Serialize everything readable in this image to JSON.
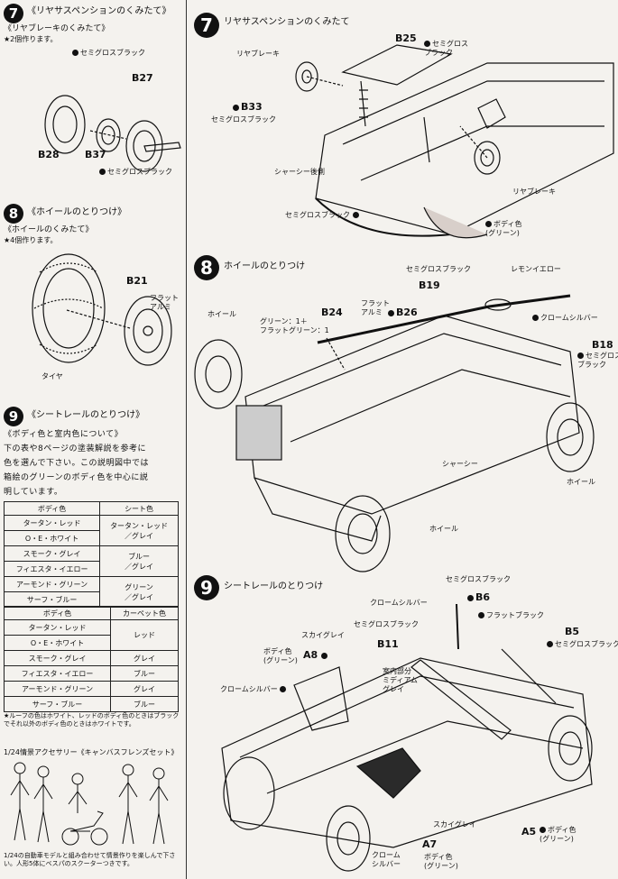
{
  "left": {
    "s7": {
      "num": "7",
      "title": "《リヤサスペンションのくみたて》",
      "sub": "《リヤブレーキのくみたて》",
      "qty": "★2個作ります。",
      "c1": "セミグロスブラック",
      "b27": "B27",
      "b28": "B28",
      "b37": "B37",
      "c2": "セミグロスブラック"
    },
    "s8": {
      "num": "8",
      "title": "《ホイールのとりつけ》",
      "sub": "《ホイールのくみたて》",
      "qty": "★4個作ります。",
      "b21": "B21",
      "c1": "フラット\nアルミ",
      "tire": "タイヤ"
    },
    "s9": {
      "num": "9",
      "title": "《シートレールのとりつけ》",
      "desc": [
        "《ボディ色と室内色について》",
        "下の表や8ページの塗装解説を参考に",
        "色を選んで下さい。この説明図中では",
        "箱絵のグリーンのボディ色を中心に説",
        "明しています。"
      ],
      "t1_head": [
        "ボディ色",
        "シート色"
      ],
      "t1_rows": [
        [
          "タータン・レッド",
          "タータン・レッド\n／グレイ"
        ],
        [
          "O・E・ホワイト",
          ""
        ],
        [
          "スモーク・グレイ",
          "ブルー\n／グレイ"
        ],
        [
          "フィエスタ・イエロー",
          ""
        ],
        [
          "アーモンド・グリーン",
          "グリーン\n／グレイ"
        ],
        [
          "サーフ・ブルー",
          ""
        ]
      ],
      "t2_head": [
        "ボディ色",
        "カーペット色"
      ],
      "t2_rows": [
        [
          "タータン・レッド",
          "レッド"
        ],
        [
          "O・E・ホワイト",
          ""
        ],
        [
          "スモーク・グレイ",
          "グレイ"
        ],
        [
          "フィエスタ・イエロー",
          "ブルー"
        ],
        [
          "アーモンド・グリーン",
          "グレイ"
        ],
        [
          "サーフ・ブルー",
          "ブルー"
        ]
      ],
      "note": "★ルーフの色はホワイト、レッドのボディ色のときはブラックでそれ以外のボディ色のときはホワイトです。"
    },
    "acc": {
      "title": "1/24情景アクセサリー《キャンバスフレンズセット》",
      "text": "1/24の自動車モデルと組み合わせて情景作りを楽しんで下さい。人形5体にベスパのスクーターつきです。"
    }
  },
  "right": {
    "s7": {
      "num": "7",
      "title": "リヤサスペンションのくみたて",
      "brake_l": "リヤブレーキ",
      "b25": "B25",
      "c_b25": "セミグロス\nブラック",
      "b33": "B33",
      "c_b33": "セミグロスブラック",
      "chassis_rear": "シャーシー後側",
      "c_sgb": "セミグロスブラック",
      "c_body": "ボディ色\n(グリーン)",
      "brake_r": "リヤブレーキ"
    },
    "s8": {
      "num": "8",
      "title": "ホイールのとりつけ",
      "c_sgb": "セミグロスブラック",
      "c_lemon": "レモンイエロー",
      "b19": "B19",
      "c_chrome": "クロームシルバー",
      "b24": "B24",
      "c_green": "グリーン：1＋\nフラットグリーン：1",
      "c_flat_al": "フラット\nアルミ",
      "b26": "B26",
      "wheel_l": "ホイール",
      "b18": "B18",
      "c_b18": "セミグロス\nブラック",
      "chassis": "シャーシー",
      "wheel_r": "ホイール",
      "wheel_b": "ホイール"
    },
    "s9": {
      "num": "9",
      "title": "シートレールのとりつけ",
      "c_sgb_top": "セミグロスブラック",
      "c_chrome": "クロームシルバー",
      "b6": "B6",
      "c_flatblack": "フラットブラック",
      "c_sgb2": "セミグロスブラック",
      "c_skygray": "スカイグレイ",
      "b11": "B11",
      "b5": "B5",
      "c_b5": "セミグロスブラック",
      "c_body": "ボディ色\n(グリーン)",
      "a8": "A8",
      "c_interior": "室内部分\nミディアム\nグレイ",
      "c_chrome2": "クロームシルバー",
      "c_skygray2": "スカイグレイ",
      "a5": "A5",
      "c_body2": "ボディ色\n(グリーン)",
      "c_chrome3": "クローム\nシルバー",
      "a7": "A7",
      "c_body3": "ボディ色\n(グリーン)"
    }
  },
  "colors": {
    "ink": "#111111",
    "paper": "#f4f2ee",
    "dark_fill": "#2a2a2a"
  }
}
